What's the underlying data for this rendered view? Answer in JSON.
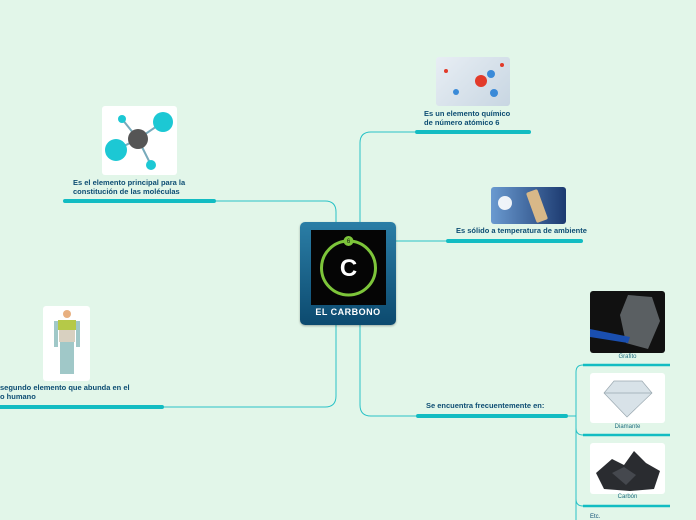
{
  "central": {
    "title": "EL CARBONO",
    "symbol": "C",
    "atomic_number": "6"
  },
  "branches": [
    {
      "label_line1": "Es el elemento principal para la",
      "label_line2": "constitución de las moléculas",
      "image": "molecule-image"
    },
    {
      "label_line1": "segundo elemento que abunda en el",
      "label_line2": "o humano",
      "image": "human-body-image"
    },
    {
      "label_line1": "Es un elemento químico",
      "label_line2": "de número atómico 6",
      "image": "atoms-image"
    },
    {
      "label_line1": "Es sólido a temperatura de ambiente",
      "image": "thermometer-image"
    },
    {
      "label_line1": "Se encuentra frecuentemente en:"
    }
  ],
  "subtopics": [
    {
      "label": "Grafito"
    },
    {
      "label": "Diamante"
    },
    {
      "label": "Carbón"
    },
    {
      "label": "Etc."
    }
  ],
  "colors": {
    "line": "#1cc0c4",
    "background": "#e2f6e9",
    "text": "#0d4d73"
  }
}
